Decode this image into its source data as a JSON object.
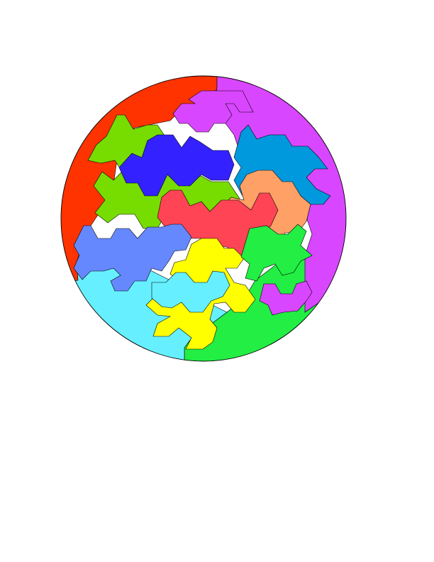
{
  "figure": {
    "regions": [
      {
        "name": "region-red",
        "color": "#ff3300"
      },
      {
        "name": "region-magenta",
        "color": "#d946ff"
      },
      {
        "name": "region-green",
        "color": "#22ee44"
      },
      {
        "name": "region-cyan",
        "color": "#66f0ff"
      }
    ],
    "pieces": [
      {
        "name": "piece-magenta-top",
        "color": "#d946ff"
      },
      {
        "name": "piece-lime",
        "color": "#77dd00"
      },
      {
        "name": "piece-blue",
        "color": "#3322ff"
      },
      {
        "name": "piece-teal",
        "color": "#0099dd"
      },
      {
        "name": "piece-orange",
        "color": "#ffa066"
      },
      {
        "name": "piece-rose",
        "color": "#ff4455"
      },
      {
        "name": "piece-periwinkle",
        "color": "#6688ff"
      },
      {
        "name": "piece-yellow",
        "color": "#ffff00"
      },
      {
        "name": "piece-lightcyan",
        "color": "#66f0ff"
      },
      {
        "name": "piece-green-inner",
        "color": "#22ee44"
      },
      {
        "name": "piece-magenta-inner",
        "color": "#d946ff"
      }
    ]
  }
}
